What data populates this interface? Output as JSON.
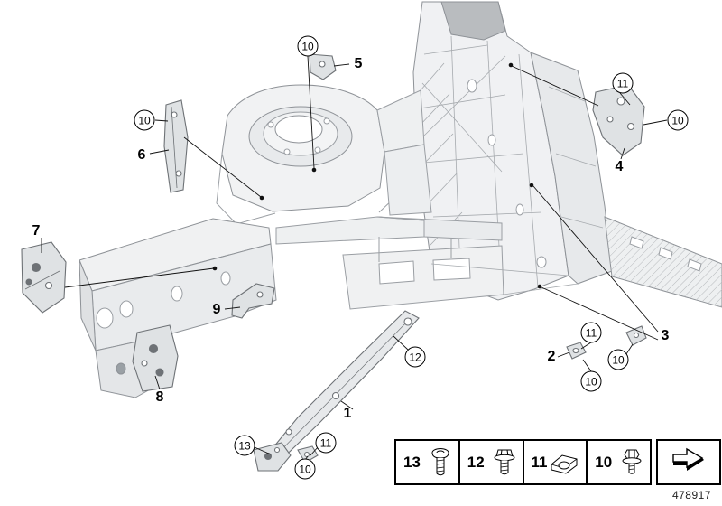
{
  "diagram": {
    "part_number": "478917",
    "callouts": [
      {
        "label": "10",
        "circled": true
      },
      {
        "label": "5",
        "circled": false
      },
      {
        "label": "11",
        "circled": true
      },
      {
        "label": "10",
        "circled": true
      },
      {
        "label": "4",
        "circled": false
      },
      {
        "label": "10",
        "circled": true
      },
      {
        "label": "6",
        "circled": false
      },
      {
        "label": "7",
        "circled": false
      },
      {
        "label": "9",
        "circled": false
      },
      {
        "label": "8",
        "circled": false
      },
      {
        "label": "12",
        "circled": true
      },
      {
        "label": "1",
        "circled": false
      },
      {
        "label": "2",
        "circled": false
      },
      {
        "label": "11",
        "circled": true
      },
      {
        "label": "10",
        "circled": true
      },
      {
        "label": "3",
        "circled": false
      },
      {
        "label": "10",
        "circled": true
      },
      {
        "label": "13",
        "circled": true
      },
      {
        "label": "11",
        "circled": true
      },
      {
        "label": "10",
        "circled": true
      }
    ],
    "legend": {
      "items": [
        {
          "label": "13",
          "icon": "torx-screw-icon"
        },
        {
          "label": "12",
          "icon": "hex-screw-icon"
        },
        {
          "label": "11",
          "icon": "cage-nut-icon"
        },
        {
          "label": "10",
          "icon": "hex-bolt-icon"
        }
      ],
      "arrow_icon": "direction-arrow-icon"
    }
  }
}
